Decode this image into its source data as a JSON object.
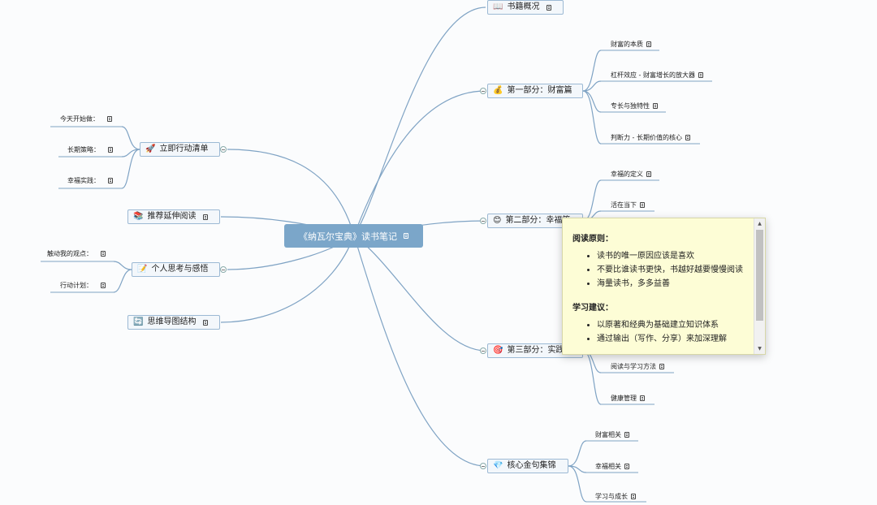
{
  "root": {
    "title": "《纳瓦尔宝典》读书笔记"
  },
  "right_branches": [
    {
      "id": "overview",
      "emoji": "📖",
      "label": "书籍概况"
    },
    {
      "id": "part1",
      "emoji": "💰",
      "label": "第一部分：财富篇",
      "children": [
        "财富的本质",
        "杠杆效应 - 财富增长的放大器",
        "专长与独特性",
        "判断力 - 长期价值的核心"
      ]
    },
    {
      "id": "part2",
      "emoji": "😊",
      "label": "第二部分：幸福篇",
      "children": [
        "幸福的定义",
        "活在当下"
      ]
    },
    {
      "id": "part3",
      "emoji": "🎯",
      "label": "第三部分：实践篇",
      "children": [
        "阅读与学习方法",
        "健康管理"
      ]
    },
    {
      "id": "quotes",
      "emoji": "💎",
      "label": "核心金句集锦",
      "children": [
        "财富相关",
        "幸福相关",
        "学习与成长"
      ]
    }
  ],
  "left_branches": [
    {
      "id": "action",
      "emoji": "🚀",
      "label": "立即行动清单",
      "children": [
        "今天开始做：",
        "长期策略：",
        "幸福实践："
      ]
    },
    {
      "id": "reading",
      "emoji": "📚",
      "label": "推荐延伸阅读"
    },
    {
      "id": "thoughts",
      "emoji": "📝",
      "label": "个人思考与感悟",
      "children": [
        "触动我的观点：",
        "行动计划："
      ]
    },
    {
      "id": "structure",
      "emoji": "🔄",
      "label": "思维导图结构"
    }
  ],
  "popup": {
    "section1_title": "阅读原则：",
    "section1_items": [
      "读书的唯一原因应该是喜欢",
      "不要比谁读书更快，书越好越要慢慢阅读",
      "海量读书，多多益善"
    ],
    "section2_title": "学习建议：",
    "section2_items": [
      "以原著和经典为基础建立知识体系",
      "通过输出（写作、分享）来加深理解"
    ]
  }
}
